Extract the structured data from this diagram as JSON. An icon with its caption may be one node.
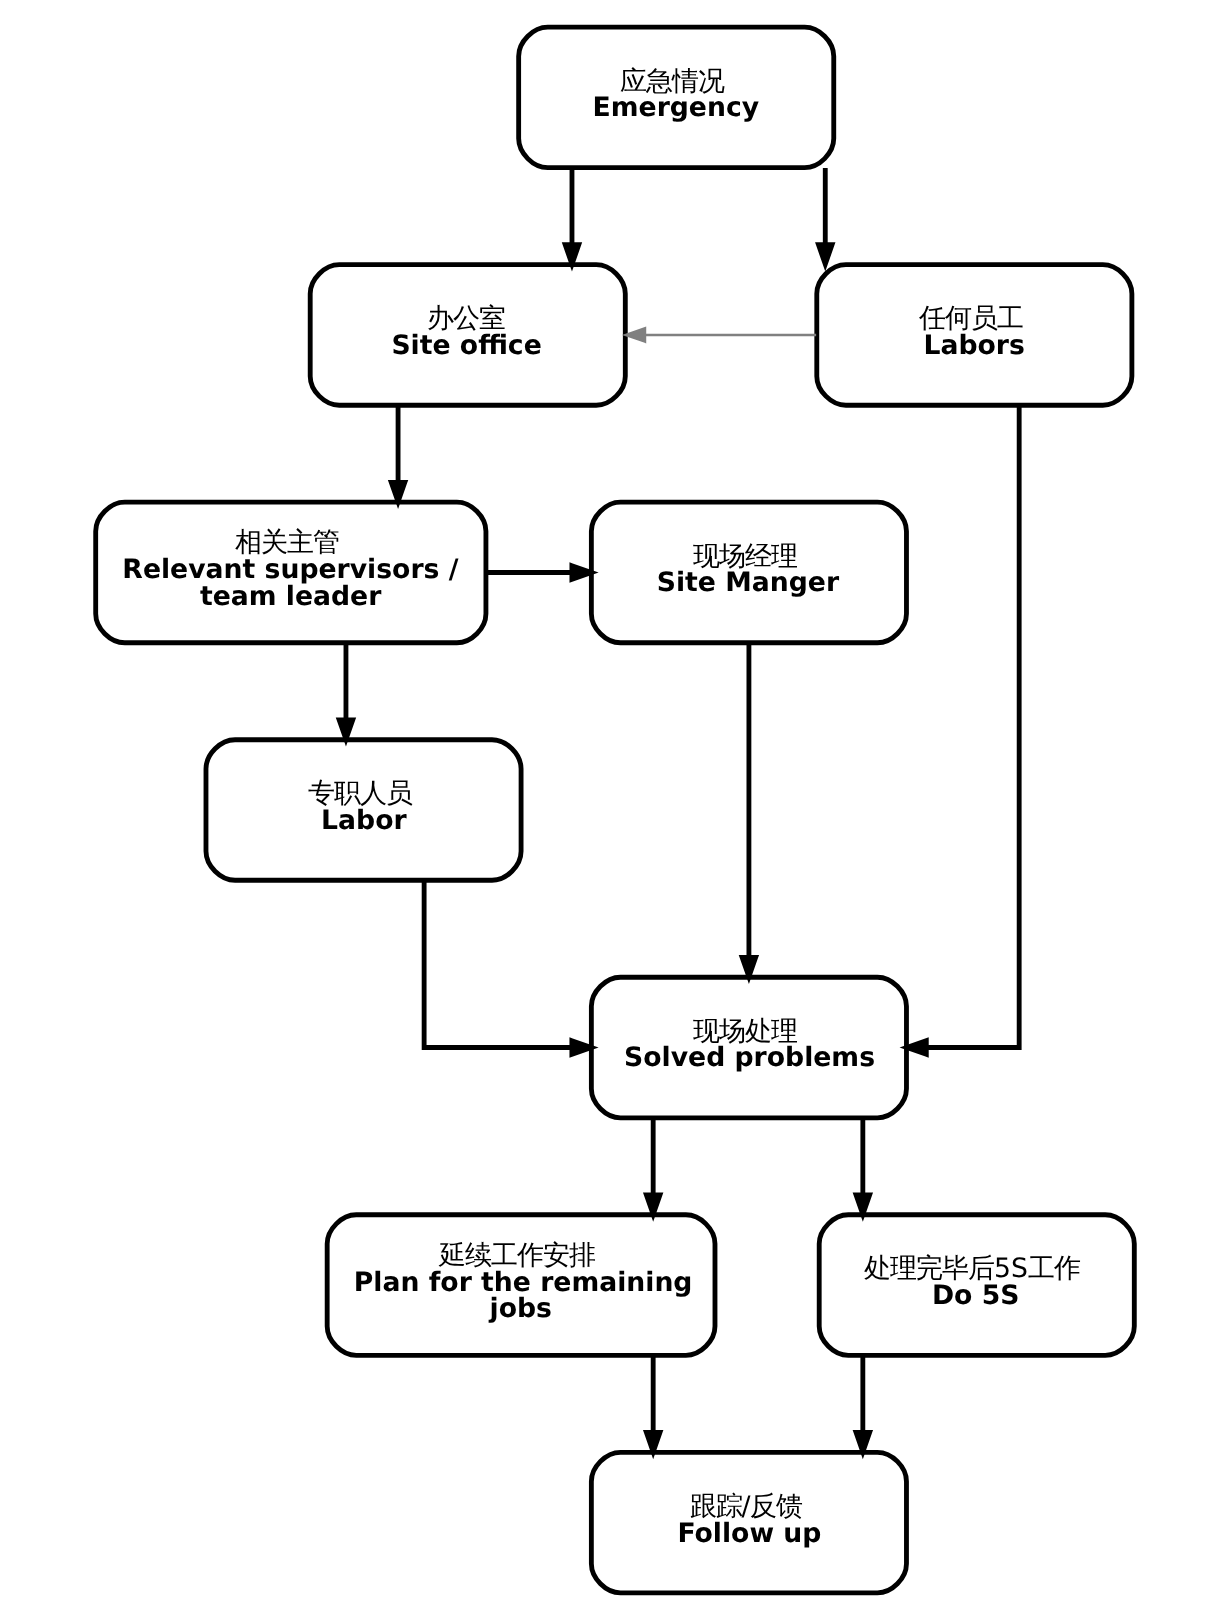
{
  "diagram": {
    "nodes": [
      {
        "text": [
          "应急情况",
          "Emergency"
        ]
      },
      {
        "text": [
          "办公室",
          "Site office"
        ]
      },
      {
        "text": [
          "任何员工",
          "Labors"
        ]
      },
      {
        "text": [
          "相关主管",
          "Relevant supervisors / team leader"
        ]
      },
      {
        "text": [
          "现场经理",
          "Site Manger"
        ]
      },
      {
        "text": [
          "专职人员",
          "Labor"
        ]
      },
      {
        "text": [
          "现场处理",
          "Solved problems"
        ]
      },
      {
        "text": [
          "延续工作安排",
          "Plan for the remaining jobs"
        ]
      },
      {
        "text": [
          "处理完毕后5S工作",
          "Do 5S"
        ]
      },
      {
        "text": [
          "跟踪/反馈",
          "Follow up"
        ]
      }
    ],
    "edges": [
      {
        "from": 0,
        "to": 1,
        "arrow": "to"
      },
      {
        "from": 0,
        "to": 2,
        "arrow": "to"
      },
      {
        "from": 2,
        "to": 1,
        "arrow": "to",
        "color": "#808080"
      },
      {
        "from": 1,
        "to": 3,
        "arrow": "to"
      },
      {
        "from": 3,
        "to": 4,
        "arrow": "to"
      },
      {
        "from": 3,
        "to": 5,
        "arrow": "to"
      },
      {
        "from": 5,
        "to": 6,
        "arrow": "to"
      },
      {
        "from": 4,
        "to": 6,
        "arrow": "to"
      },
      {
        "from": 2,
        "to": 6,
        "arrow": "to"
      },
      {
        "from": 6,
        "to": 7,
        "arrow": "to"
      },
      {
        "from": 6,
        "to": 8,
        "arrow": "to"
      },
      {
        "from": 7,
        "to": 9,
        "arrow": "to"
      },
      {
        "from": 8,
        "to": 9,
        "arrow": "to"
      }
    ]
  }
}
